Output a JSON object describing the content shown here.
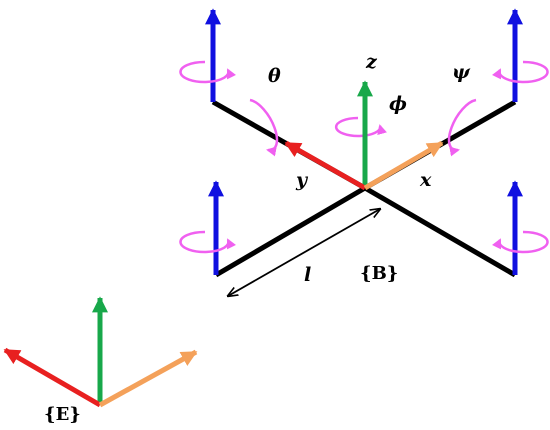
{
  "colors": {
    "z_axis": "#18a84a",
    "y_axis": "#e82020",
    "x_axis": "#f4a15a",
    "rotor_axis": "#1010e0",
    "rotation_arrow": "#f060f0",
    "frame_arm": "#000000"
  },
  "labels": {
    "theta": "θ",
    "psi": "ψ",
    "phi": "ϕ",
    "z": "z",
    "y": "y",
    "x": "x",
    "l": "l",
    "body_frame": "{B}",
    "earth_frame": "{E}"
  }
}
